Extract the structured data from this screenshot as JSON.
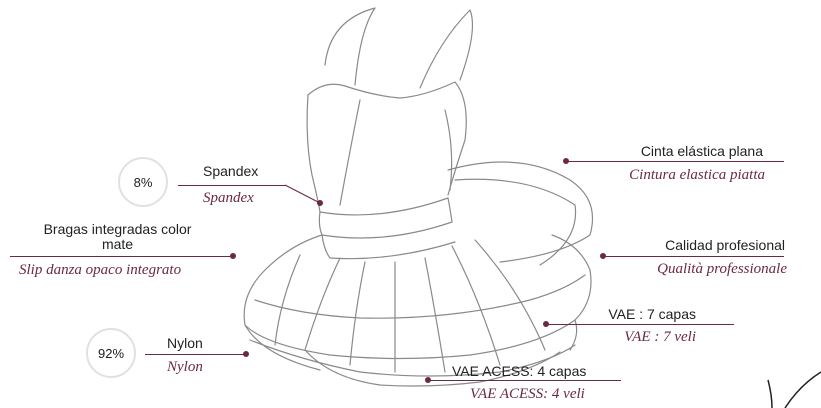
{
  "colors": {
    "accent": "#6b2a3e",
    "text": "#222222",
    "sketch": "#8a8a8a",
    "ring": "#e4e0e0"
  },
  "labels": {
    "spandex": {
      "es": "Spandex",
      "it": "Spandex",
      "percent": "8%"
    },
    "nylon": {
      "es": "Nylon",
      "it": "Nylon",
      "percent": "92%"
    },
    "bragas": {
      "es_line1": "Bragas integradas color",
      "es_line2": "mate",
      "it": "Slip danza opaco integrato"
    },
    "cinta": {
      "es": "Cinta elástica plana",
      "it": "Cintura elastica piatta"
    },
    "calidad": {
      "es": "Calidad profesional",
      "it": "Qualità professionale"
    },
    "vae7": {
      "es": "VAE : 7 capas",
      "it": "VAE : 7 veli"
    },
    "vae4": {
      "es": "VAE ACESS: 4 capas",
      "it": "VAE ACESS: 4 veli"
    }
  }
}
